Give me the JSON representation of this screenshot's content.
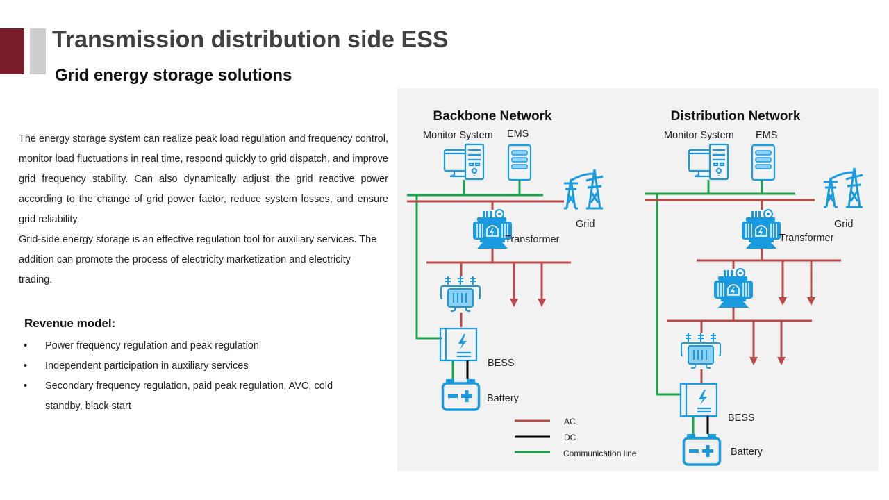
{
  "header": {
    "title": "Transmission distribution side ESS",
    "subtitle": "Grid energy storage solutions"
  },
  "description": {
    "paragraph1": "The energy storage system can realize peak load regulation and frequency control, monitor load fluctuations in real time, respond quickly to grid dispatch, and improve grid frequency stability. Can also dynamically adjust the grid reactive power according to the change of grid power factor, reduce system losses, and ensure grid reliability.",
    "paragraph2": "Grid-side energy storage is an effective regulation tool for auxiliary services. The addition can promote the process of electricity marketization and electricity trading."
  },
  "revenue": {
    "title": "Revenue model:",
    "bullet": "•",
    "items": [
      "Power frequency regulation and peak regulation",
      "Independent participation in auxiliary services",
      "Secondary frequency regulation, paid peak regulation, AVC, cold standby, black start"
    ]
  },
  "diagram": {
    "colors": {
      "ac": "#b94a48",
      "dc": "#000000",
      "communication": "#1aa34a",
      "icon": "#1a9be0",
      "icon_light": "#8fd0f5",
      "panel": "#f2f2f2"
    },
    "backbone": {
      "title": "Backbone Network",
      "monitor_label": "Monitor System",
      "ems_label": "EMS",
      "grid_label": "Grid",
      "transformer_label": "Transformer",
      "bess_label": "BESS",
      "battery_label": "Battery"
    },
    "distribution": {
      "title": "Distribution  Network",
      "monitor_label": "Monitor System",
      "ems_label": "EMS",
      "grid_label": "Grid",
      "transformer_label": "Transformer",
      "bess_label": "BESS",
      "battery_label": "Battery"
    },
    "legend": [
      {
        "label": "AC",
        "color": "#b94a48"
      },
      {
        "label": "DC",
        "color": "#000000"
      },
      {
        "label": "Communication  line",
        "color": "#1aa34a"
      }
    ]
  }
}
